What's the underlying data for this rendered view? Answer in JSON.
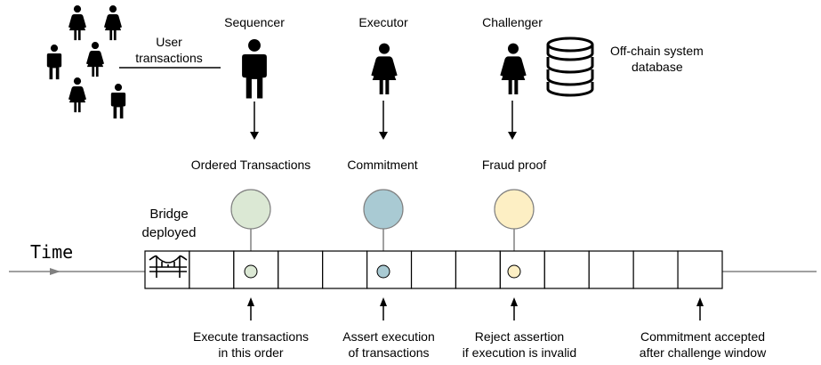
{
  "user": {
    "label_line1": "User",
    "label_line2": "transactions"
  },
  "actors": {
    "sequencer": "Sequencer",
    "executor": "Executor",
    "challenger": "Challenger"
  },
  "database": {
    "label_line1": "Off-chain system",
    "label_line2": "database"
  },
  "events": {
    "ordered": "Ordered Transactions",
    "commitment": "Commitment",
    "fraud": "Fraud proof"
  },
  "timeline": {
    "time_label": "Time",
    "bridge_line1": "Bridge",
    "bridge_line2": "deployed",
    "slot_count": 13
  },
  "notes": {
    "execute_line1": "Execute transactions",
    "execute_line2": "in this order",
    "assert_line1": "Assert execution",
    "assert_line2": "of transactions",
    "reject_line1": "Reject assertion",
    "reject_line2": "if execution is invalid",
    "accepted_line1": "Commitment accepted",
    "accepted_line2": "after challenge window"
  },
  "colors": {
    "ordered": "#dbe8d4",
    "commitment": "#a9cad3",
    "fraud": "#fdefc4",
    "line": "#000000",
    "gray": "#808080"
  }
}
